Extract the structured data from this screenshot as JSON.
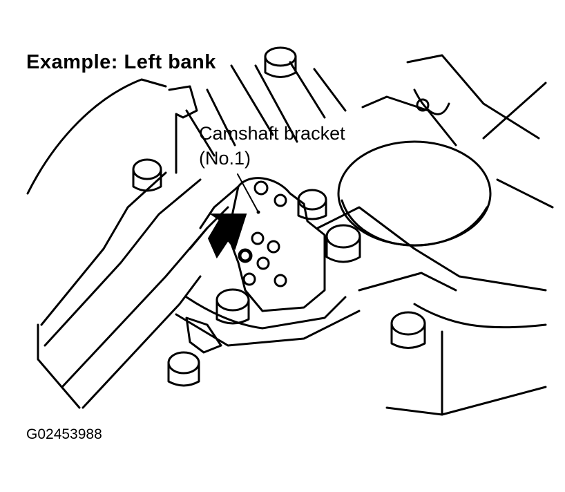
{
  "title": "Example: Left bank",
  "callout": {
    "line1": "Camshaft bracket",
    "line2": "(No.1)"
  },
  "figure_id": "G02453988",
  "colors": {
    "ink": "#000000",
    "paper": "#ffffff"
  }
}
